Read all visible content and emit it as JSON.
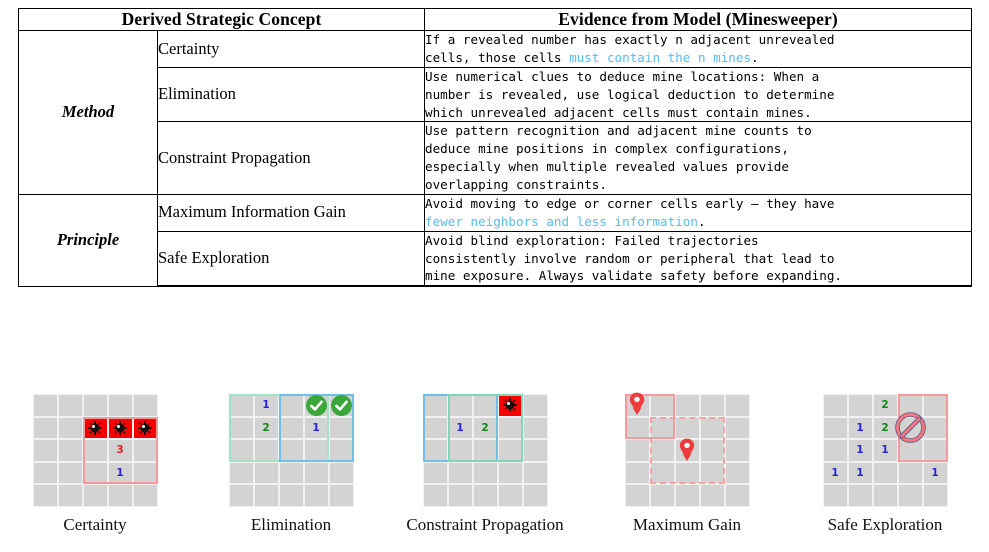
{
  "table": {
    "headers": {
      "left": "Derived Strategic Concept",
      "right": "Evidence from Model (Minesweeper)"
    },
    "groups": [
      {
        "category": "Method",
        "rows": [
          {
            "concept": "Certainty",
            "evidence_pre": "If a revealed number has exactly n adjacent unrevealed\ncells, those cells ",
            "evidence_highlight": "must contain the n mines",
            "evidence_post": "."
          },
          {
            "concept": "Elimination",
            "evidence_pre": "Use numerical clues to deduce mine locations: When a\nnumber is revealed, use logical deduction to determine\nwhich unrevealed adjacent cells must contain mines.",
            "evidence_highlight": "",
            "evidence_post": ""
          },
          {
            "concept": "Constraint Propagation",
            "evidence_pre": "Use pattern recognition and adjacent mine counts to\ndeduce mine positions in complex configurations,\nespecially when multiple revealed values provide\noverlapping constraints.",
            "evidence_highlight": "",
            "evidence_post": ""
          }
        ]
      },
      {
        "category": "Principle",
        "rows": [
          {
            "concept": "Maximum Information Gain",
            "evidence_pre": "Avoid moving to edge or corner cells early — they have\n",
            "evidence_highlight": "fewer neighbors and less information",
            "evidence_post": "."
          },
          {
            "concept": "Safe Exploration",
            "evidence_pre": "Avoid blind exploration: Failed trajectories\nconsistently involve random or peripheral that lead to\nmine exposure. Always validate safety before expanding.",
            "evidence_highlight": "",
            "evidence_post": ""
          }
        ]
      }
    ]
  },
  "figures": [
    {
      "caption": "Certainty",
      "grid_size": 5,
      "mines": [
        [
          1,
          2
        ],
        [
          1,
          3
        ],
        [
          1,
          4
        ]
      ],
      "numbers": [
        {
          "r": 2,
          "c": 3,
          "v": "3",
          "cls": "n3"
        },
        {
          "r": 3,
          "c": 3,
          "v": "1",
          "cls": "n1"
        }
      ],
      "checks": [],
      "pins": [],
      "noentry": [],
      "overlays": [
        {
          "style": "ov-redsol",
          "r": 1,
          "c": 2,
          "rs": 3,
          "cs": 3
        }
      ]
    },
    {
      "caption": "Elimination",
      "grid_size": 5,
      "mines": [],
      "numbers": [
        {
          "r": 0,
          "c": 1,
          "v": "1",
          "cls": "n1"
        },
        {
          "r": 1,
          "c": 1,
          "v": "2",
          "cls": "n2"
        },
        {
          "r": 1,
          "c": 3,
          "v": "1",
          "cls": "n1"
        }
      ],
      "checks": [
        [
          0,
          3
        ],
        [
          0,
          4
        ]
      ],
      "pins": [],
      "noentry": [],
      "overlays": [
        {
          "style": "ov-mint",
          "r": 0,
          "c": 0,
          "rs": 3,
          "cs": 4
        },
        {
          "style": "ov-blue",
          "r": 0,
          "c": 2,
          "rs": 3,
          "cs": 3
        }
      ]
    },
    {
      "caption": "Constraint Propagation",
      "grid_size": 5,
      "mines": [
        [
          0,
          3
        ]
      ],
      "numbers": [
        {
          "r": 1,
          "c": 1,
          "v": "1",
          "cls": "n1"
        },
        {
          "r": 1,
          "c": 2,
          "v": "2",
          "cls": "n2"
        }
      ],
      "checks": [],
      "pins": [],
      "noentry": [],
      "overlays": [
        {
          "style": "ov-blue",
          "r": 0,
          "c": 0,
          "rs": 3,
          "cs": 3
        },
        {
          "style": "ov-green",
          "r": 0,
          "c": 1,
          "rs": 3,
          "cs": 3
        }
      ]
    },
    {
      "caption": "Maximum Gain",
      "grid_size": 5,
      "mines": [],
      "numbers": [],
      "checks": [],
      "pins": [
        [
          0,
          0
        ],
        [
          2,
          2
        ]
      ],
      "noentry": [],
      "overlays": [
        {
          "style": "ov-redsol",
          "r": 0,
          "c": 0,
          "rs": 2,
          "cs": 2
        },
        {
          "style": "ov-reddash",
          "r": 1,
          "c": 1,
          "rs": 3,
          "cs": 3
        }
      ]
    },
    {
      "caption": "Safe Exploration",
      "grid_size": 5,
      "mines": [],
      "numbers": [
        {
          "r": 0,
          "c": 2,
          "v": "2",
          "cls": "n2"
        },
        {
          "r": 1,
          "c": 1,
          "v": "1",
          "cls": "n1"
        },
        {
          "r": 1,
          "c": 2,
          "v": "2",
          "cls": "n2"
        },
        {
          "r": 2,
          "c": 1,
          "v": "1",
          "cls": "n1"
        },
        {
          "r": 2,
          "c": 2,
          "v": "1",
          "cls": "n1"
        },
        {
          "r": 3,
          "c": 0,
          "v": "1",
          "cls": "n1"
        },
        {
          "r": 3,
          "c": 1,
          "v": "1",
          "cls": "n1"
        },
        {
          "r": 3,
          "c": 4,
          "v": "1",
          "cls": "n1"
        }
      ],
      "checks": [],
      "pins": [],
      "noentry": [
        [
          1,
          3
        ]
      ],
      "overlays": [
        {
          "style": "ov-redsol",
          "r": 0,
          "c": 3,
          "rs": 3,
          "cs": 2
        }
      ]
    }
  ],
  "colors": {
    "highlight_text": "#55bdf0",
    "mine_cell": "#fb0000",
    "number_1": "#2323d8",
    "number_2": "#108a10",
    "number_3": "#e02020",
    "check_green": "#3ba639",
    "pin_red": "#ee3b3b",
    "overlay_red": "#f59a9a",
    "overlay_blue": "#6fc0e8",
    "overlay_green": "#9fe3c3"
  }
}
